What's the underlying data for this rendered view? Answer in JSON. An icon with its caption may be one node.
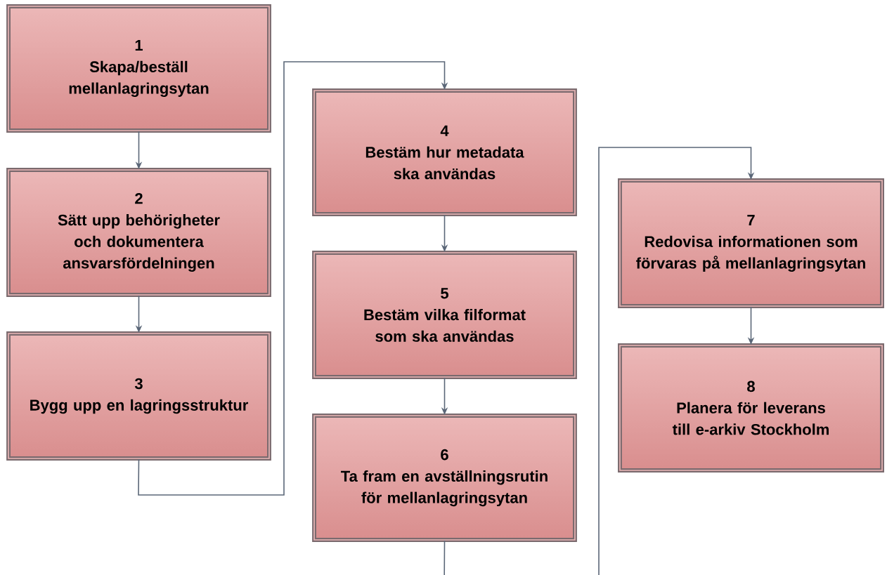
{
  "diagram": {
    "nodes": [
      {
        "text": [
          "1",
          "Skapa/beställ mellanlagringsytan"
        ]
      },
      {
        "text": [
          "2",
          "Sätt upp behörigheter och dokumentera ansvarsfördelningen"
        ]
      },
      {
        "text": [
          "3",
          "Bygg upp en lagringsstruktur"
        ]
      },
      {
        "text": [
          "4",
          "Bestäm hur metadata ska användas"
        ]
      },
      {
        "text": [
          "5",
          "Bestäm vilka filformat som ska användas"
        ]
      },
      {
        "text": [
          "6",
          "Ta fram en avställningsrutin för mellanlagringsytan"
        ]
      },
      {
        "text": [
          "7",
          "Redovisa informationen som förvaras på mellanlagringsytan"
        ]
      },
      {
        "text": [
          "8",
          "Planera för leverans till e-arkiv Stockholm"
        ]
      }
    ],
    "edges": [
      {
        "from": 0,
        "to": 1,
        "arrow": "to"
      },
      {
        "from": 1,
        "to": 2,
        "arrow": "to"
      },
      {
        "from": 2,
        "to": 3,
        "arrow": "to"
      },
      {
        "from": 3,
        "to": 4,
        "arrow": "to"
      },
      {
        "from": 4,
        "to": 5,
        "arrow": "to"
      },
      {
        "from": 5,
        "to": 6,
        "arrow": "to"
      },
      {
        "from": 6,
        "to": 7,
        "arrow": "to"
      }
    ]
  }
}
